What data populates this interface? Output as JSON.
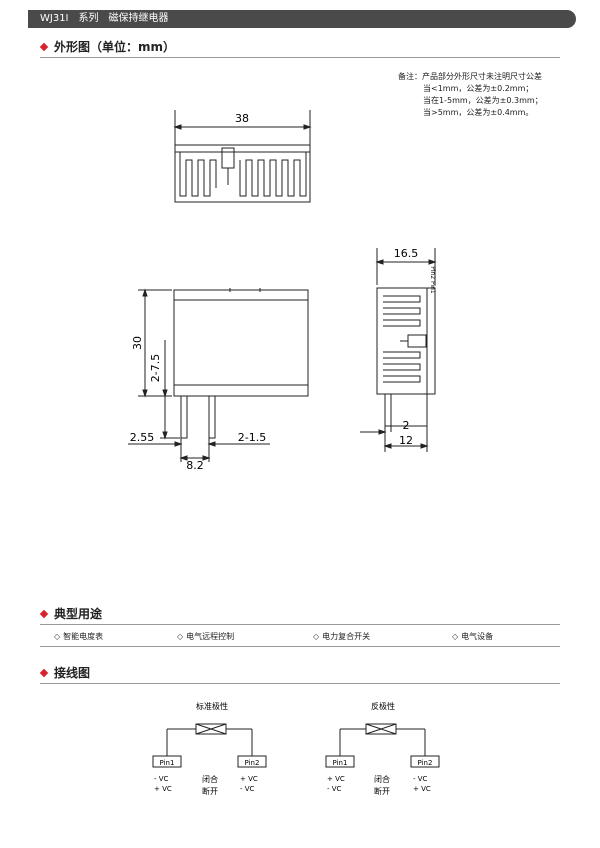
{
  "header": {
    "series": "WJ31I",
    "series_suffix": "系列",
    "product": "磁保持继电器"
  },
  "dimensions": {
    "title": "外形图（单位：mm）",
    "notes": [
      "备注：产品部分外形尺寸未注明尺寸公差",
      "当<1mm，公差为±0.2mm；",
      "当在1-5mm，公差为±0.3mm；",
      "当>5mm，公差为±0.4mm。"
    ],
    "labels": {
      "top_width": "38",
      "height": "30",
      "pin_length": "2-7.5",
      "left_offset": "2.55",
      "pin_width": "2-1.5",
      "pin_spacing": "8.2",
      "side_width": "16.5",
      "side_pin_thickness": "2",
      "side_pin_offset": "12",
      "side_marking": "Pin2 Pin1"
    }
  },
  "uses": {
    "title": "典型用途",
    "items": [
      "智能电度表",
      "电气远程控制",
      "电力复合开关",
      "电气设备"
    ]
  },
  "wiring": {
    "title": "接线图",
    "standard": {
      "title": "标准极性",
      "pin1": "Pin1",
      "pin2": "Pin2",
      "pin1_signs": "- VC\n+ VC",
      "pin2_signs": "+ VC\n- VC",
      "state_close": "闭合",
      "state_open": "断开"
    },
    "reverse": {
      "title": "反极性",
      "pin1": "Pin1",
      "pin2": "Pin2",
      "pin1_signs": "+ VC\n- VC",
      "pin2_signs": "- VC\n+ VC",
      "state_close": "闭合",
      "state_open": "断开"
    }
  },
  "colors": {
    "accent": "#d8232a",
    "header_bg": "#4a4a4a"
  }
}
